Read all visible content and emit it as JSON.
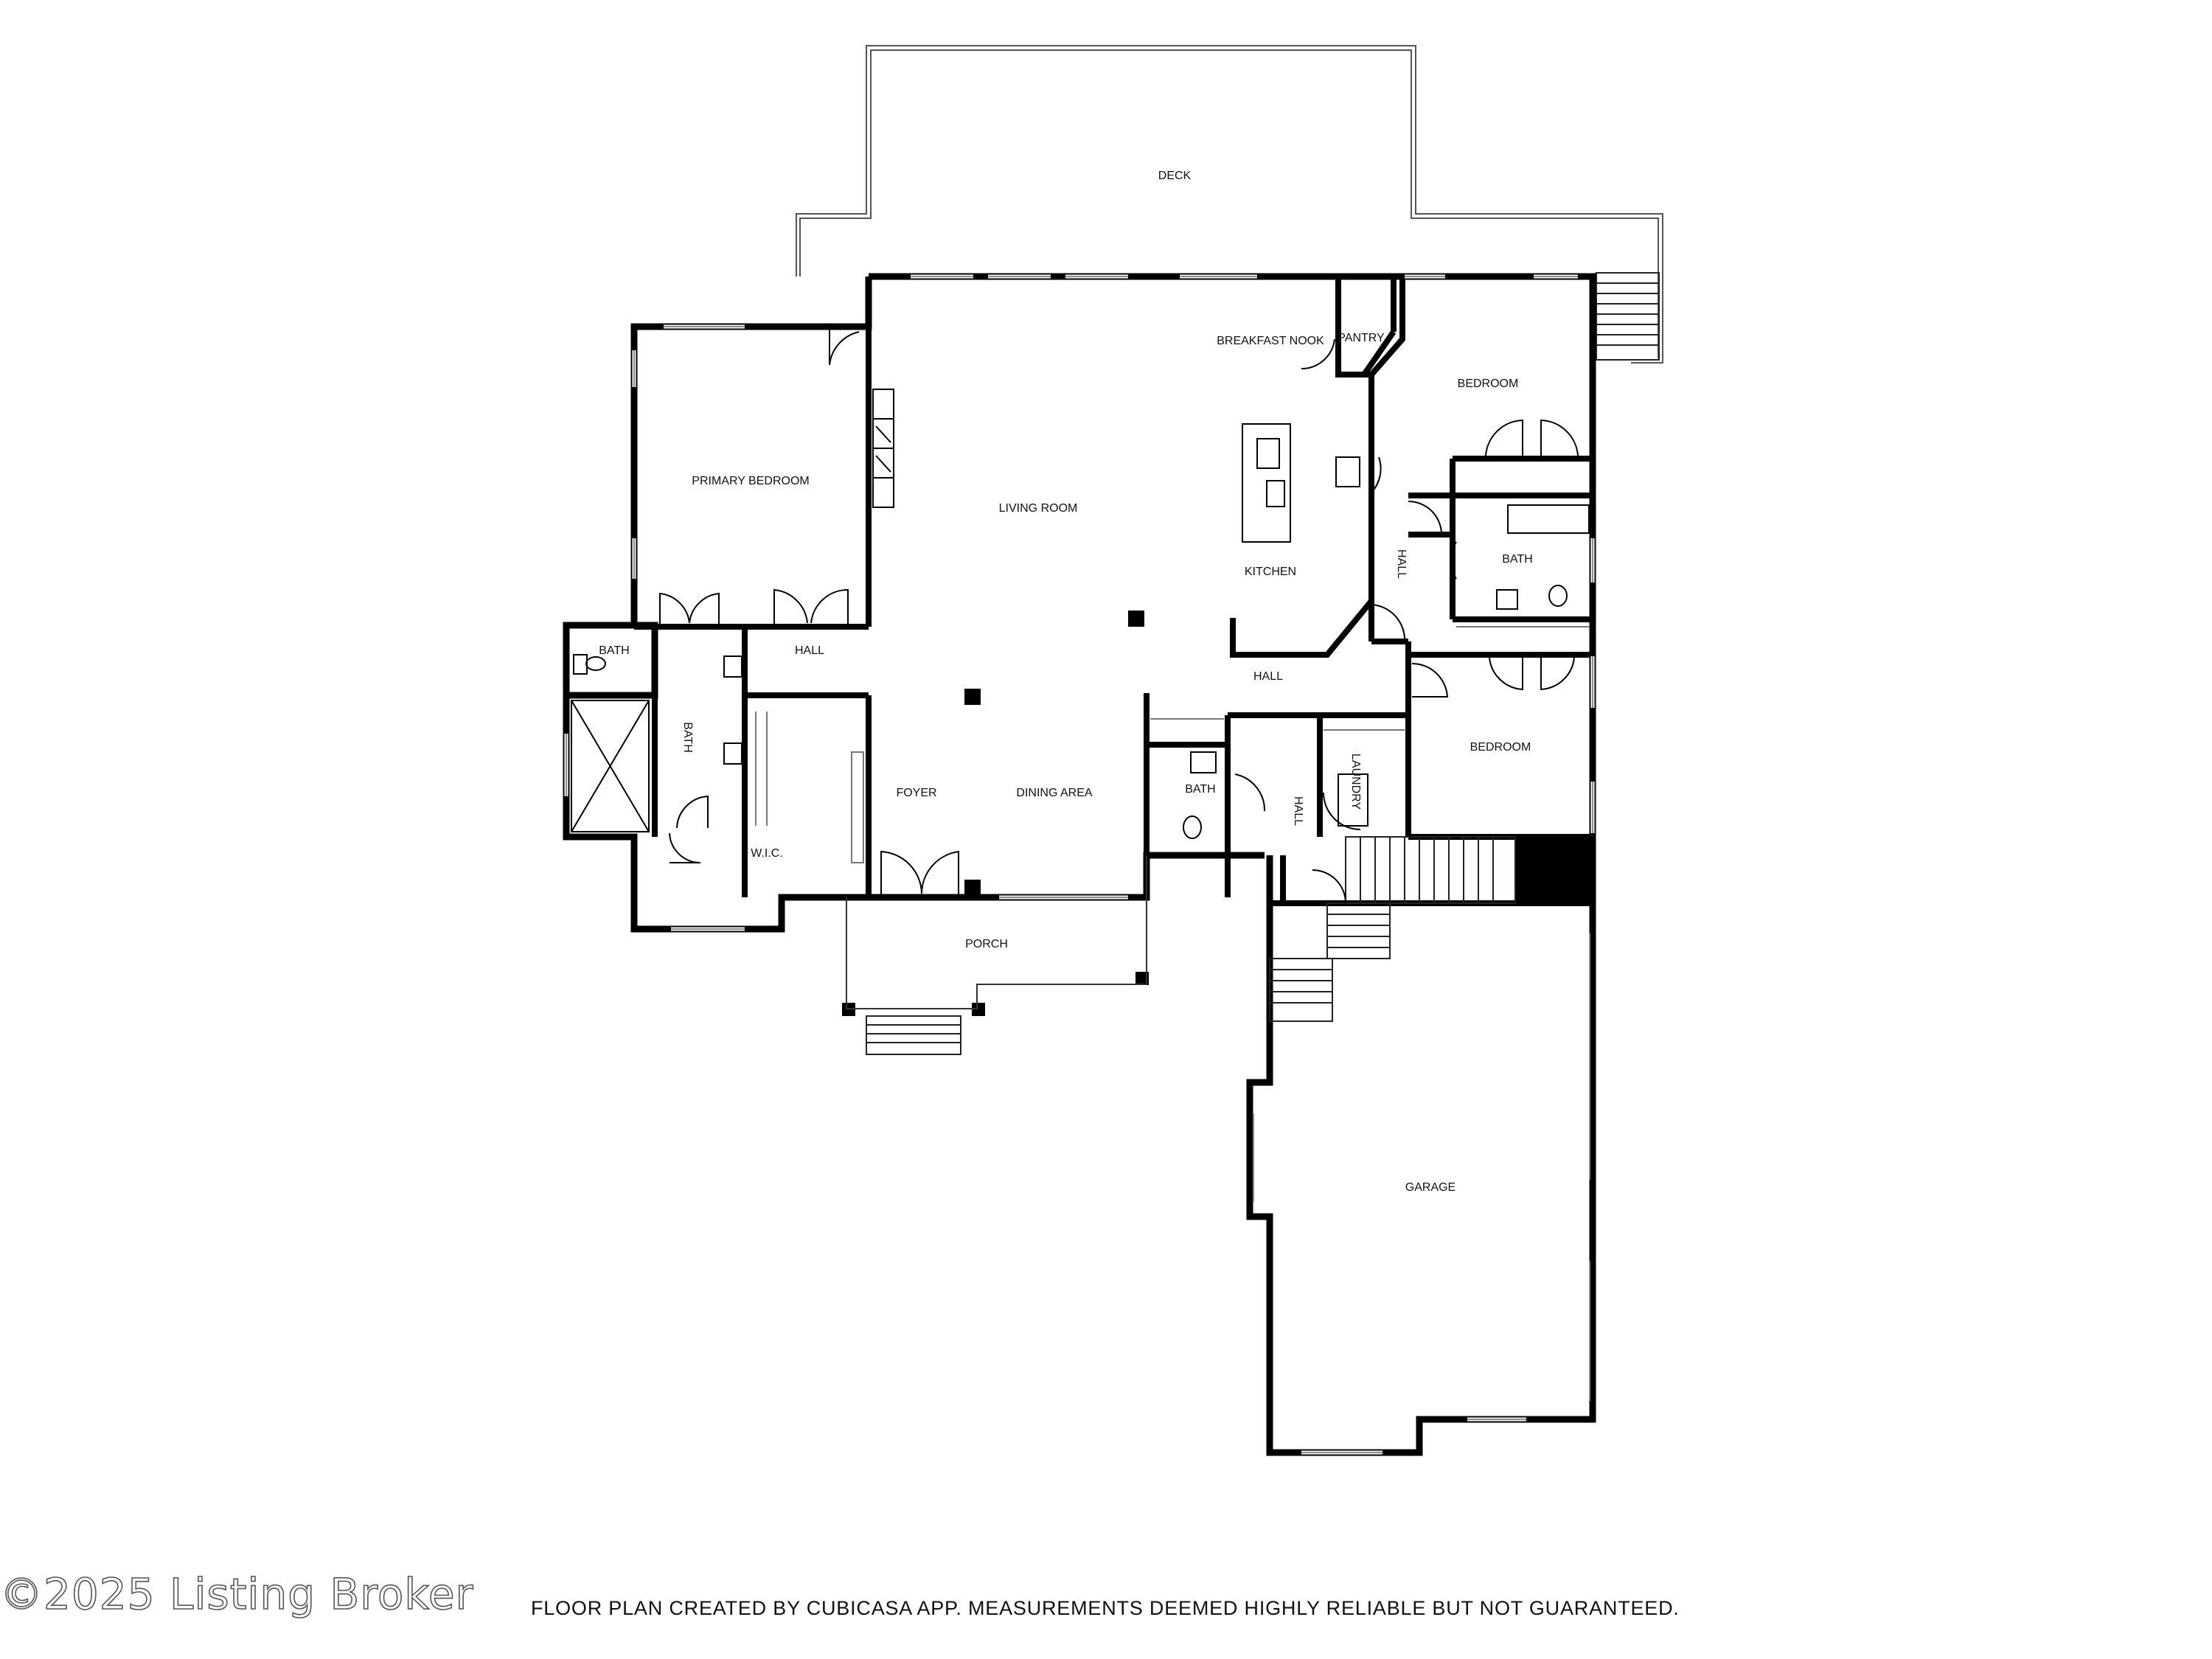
{
  "floor_plan": {
    "rooms": {
      "deck": "DECK",
      "breakfast_nook": "BREAKFAST NOOK",
      "pantry": "PANTRY",
      "bedroom_1": "BEDROOM",
      "primary_bedroom": "PRIMARY BEDROOM",
      "living_room": "LIVING ROOM",
      "kitchen": "KITCHEN",
      "hall_1": "HALL",
      "bath_1": "BATH",
      "bath_2": "BATH",
      "bath_3": "BATH",
      "hall_2": "HALL",
      "hall_3": "HALL",
      "hall_4": "HALL",
      "bedroom_2": "BEDROOM",
      "foyer": "FOYER",
      "dining_area": "DINING AREA",
      "bath_4": "BATH",
      "laundry": "LAUNDRY",
      "wic": "W.I.C.",
      "porch": "PORCH",
      "garage": "GARAGE"
    }
  },
  "footer": {
    "note": "FLOOR PLAN CREATED BY CUBICASA APP. MEASUREMENTS DEEMED HIGHLY RELIABLE BUT NOT GUARANTEED.",
    "copyright": "©2025 Listing Broker"
  },
  "colors": {
    "wall": "#000000",
    "background": "#ffffff",
    "window": "#888888"
  }
}
